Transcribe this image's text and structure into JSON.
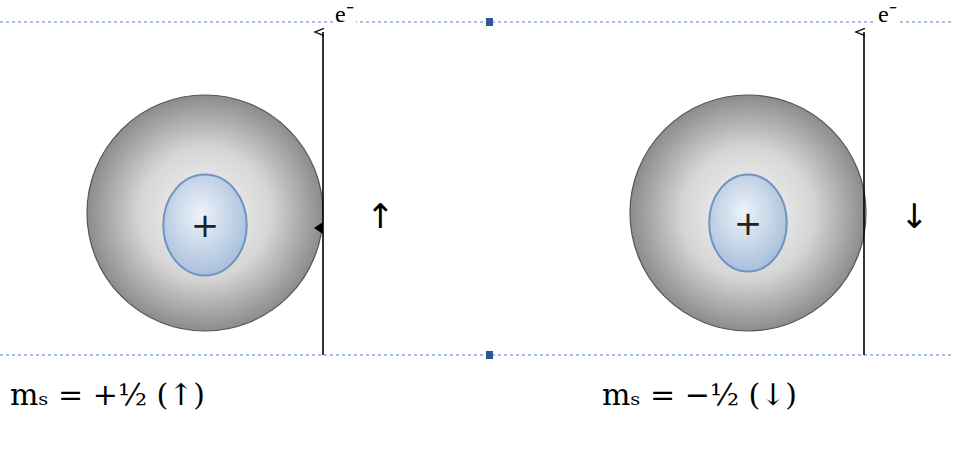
{
  "diagram": {
    "nodes": [
      {
        "text": [
          "+"
        ]
      },
      {
        "text": [
          "+"
        ]
      }
    ],
    "labels": [
      "e⁻",
      "↑",
      "e⁻",
      "↓",
      "mₛ = +½ (↑)",
      "mₛ = −½ (↓)"
    ]
  }
}
